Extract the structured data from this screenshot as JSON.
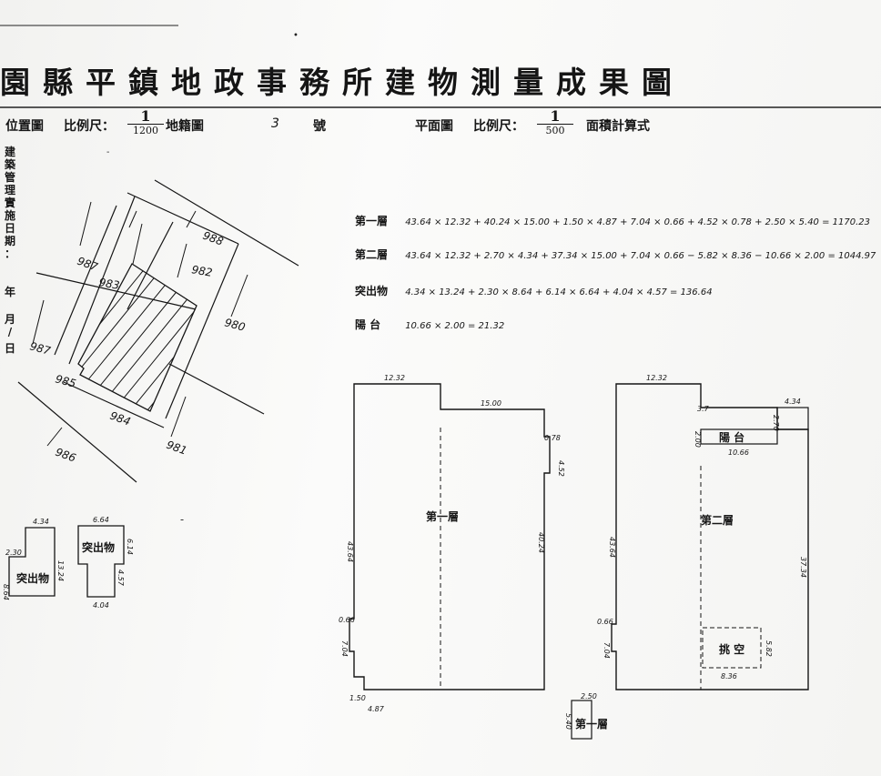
{
  "title": "園縣平鎮地政事務所建物測量成果圖",
  "location_map": {
    "label": "位置圖",
    "scale_label": "比例尺：",
    "scale_num": "1",
    "scale_den": "1200",
    "cadastral_label": "地籍圖",
    "number_value": "3",
    "number_label": "號",
    "lots": [
      "987",
      "983",
      "988",
      "982",
      "980",
      "987",
      "985",
      "984",
      "986",
      "981"
    ]
  },
  "plan": {
    "label": "平面圖",
    "scale_label": "比例尺：",
    "scale_num": "1",
    "scale_den": "500",
    "area_calc_label": "面積計算式"
  },
  "vertical_note": [
    "建",
    "築",
    "管",
    "理",
    "實",
    "施",
    "日",
    "期",
    "：",
    "",
    "年",
    "",
    "月",
    "/",
    "",
    "日"
  ],
  "areas": [
    {
      "label": "第一層",
      "formula": "43.64 × 12.32 + 40.24 × 15.00 + 1.50 × 4.87 + 7.04 × 0.66 + 4.52 × 0.78 + 2.50 × 5.40 = 1170.23"
    },
    {
      "label": "第二層",
      "formula": "43.64 × 12.32 + 2.70 × 4.34 + 37.34 × 15.00 + 7.04 × 0.66 − 5.82 × 8.36 − 10.66 × 2.00 = 1044.97"
    },
    {
      "label": "突出物",
      "formula": "4.34 × 13.24 + 2.30 × 8.64 + 6.14 × 6.64 + 4.04 × 4.57 = 136.64"
    },
    {
      "label": "陽 台",
      "formula": "10.66 × 2.00 = 21.32"
    }
  ],
  "floor1": {
    "label": "第一層",
    "dims": {
      "top_left": "12.32",
      "top_right": "15.00",
      "right_notch_w": "0.78",
      "right_notch_h": "4.52",
      "left_height": "43.64",
      "right_height": "40.24",
      "left_notch_w": "0.66",
      "left_notch_h": "7.04",
      "bottom_step": "1.50",
      "bottom_w": "4.87"
    }
  },
  "floor2": {
    "label": "第二層",
    "balcony_label": "陽 台",
    "void_label": "挑 空",
    "dims": {
      "top_left": "12.32",
      "top_right_w": "4.34",
      "top_right_h": "2.70",
      "left_height": "43.64",
      "right_height": "37.34",
      "balcony_w": "10.66",
      "balcony_h": "2.00",
      "left_notch_w": "0.66",
      "left_notch_h": "7.04",
      "void_w": "8.36",
      "void_h": "5.82",
      "tiny_dim": "3.7"
    }
  },
  "small_floor": {
    "label": "第一層",
    "dims": {
      "w": "2.50",
      "h": "5.40"
    }
  },
  "protrusion_a": {
    "label": "突出物",
    "dims": {
      "top": "4.34",
      "left_w": "2.30",
      "left_h": "8.64",
      "right_h": "13.24"
    }
  },
  "protrusion_b": {
    "label": "突出物",
    "dims": {
      "top": "6.64",
      "right_h": "6.14",
      "lower_h": "4.57",
      "bottom": "4.04"
    }
  }
}
